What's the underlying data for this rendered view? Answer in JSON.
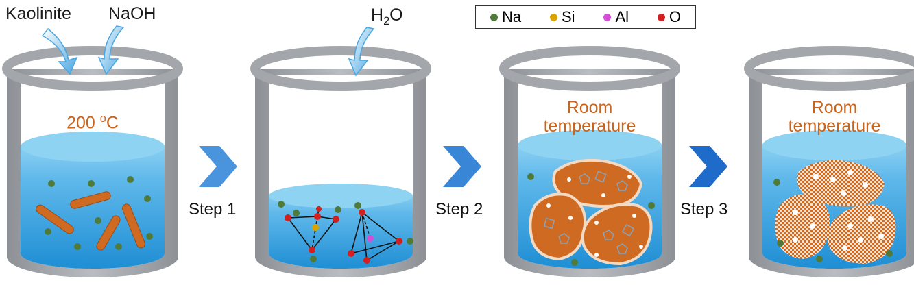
{
  "labels": {
    "kaolinite": "Kaolinite",
    "naoh": "NaOH",
    "water": "H",
    "water_sub": "2",
    "water_o": "O",
    "temp_value": "200 ",
    "temp_sup": "o",
    "temp_unit": "C",
    "room_line1": "Room",
    "room_line2": "temperature"
  },
  "steps": [
    "Step 1",
    "Step 2",
    "Step 3"
  ],
  "legend": [
    {
      "label": "Na",
      "color": "#4f7a3a"
    },
    {
      "label": "Si",
      "color": "#d9a400"
    },
    {
      "label": "Al",
      "color": "#d54fd6"
    },
    {
      "label": "O",
      "color": "#d21f1f"
    }
  ],
  "colors": {
    "container": "#a3a7ab",
    "water_top": "#6cc3ea",
    "water_bottom": "#1d8fd4",
    "particle": "#cf6a22",
    "arrow": "#2f7fd6"
  }
}
